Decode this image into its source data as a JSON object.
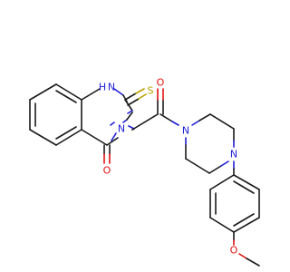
{
  "colors": {
    "bond": "#1a1a1a",
    "nitrogen": "#1f1fd6",
    "oxygen": "#e01010",
    "sulfur": "#b8a000"
  },
  "atoms": {
    "nh_n": "N",
    "nh_h": "H",
    "thione_s": "S",
    "ring_n3": "N",
    "ring_o4": "O",
    "amide_o": "O",
    "pip_n1": "N",
    "pip_n4": "N",
    "ether_o": "O"
  }
}
